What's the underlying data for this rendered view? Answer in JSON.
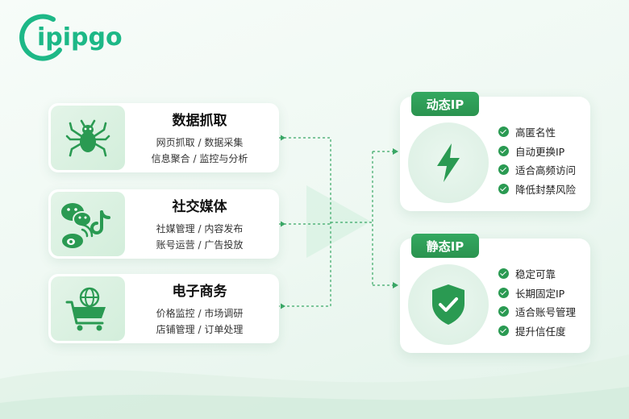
{
  "logo": {
    "text": "ipipgo"
  },
  "sources": [
    {
      "title": "数据抓取",
      "lines": [
        "网页抓取 / 数据采集",
        "信息聚合 / 监控与分析"
      ],
      "icon": "spider-icon"
    },
    {
      "title": "社交媒体",
      "lines": [
        "社媒管理 / 内容发布",
        "账号运营 / 广告投放"
      ],
      "icon": "social-apps-icon"
    },
    {
      "title": "电子商务",
      "lines": [
        "价格监控 / 市场调研",
        "店铺管理 / 订单处理"
      ],
      "icon": "shopping-cart-globe-icon"
    }
  ],
  "targets": [
    {
      "tag": "动态IP",
      "icon": "lightning-icon",
      "features": [
        "高匿名性",
        "自动更换IP",
        "适合高频访问",
        "降低封禁风险"
      ]
    },
    {
      "tag": "静态IP",
      "icon": "shield-check-icon",
      "features": [
        "稳定可靠",
        "长期固定IP",
        "适合账号管理",
        "提升信任度"
      ]
    }
  ],
  "colors": {
    "accent": "#2a9a52",
    "logo": "#1db887",
    "tag": "#34a860"
  }
}
